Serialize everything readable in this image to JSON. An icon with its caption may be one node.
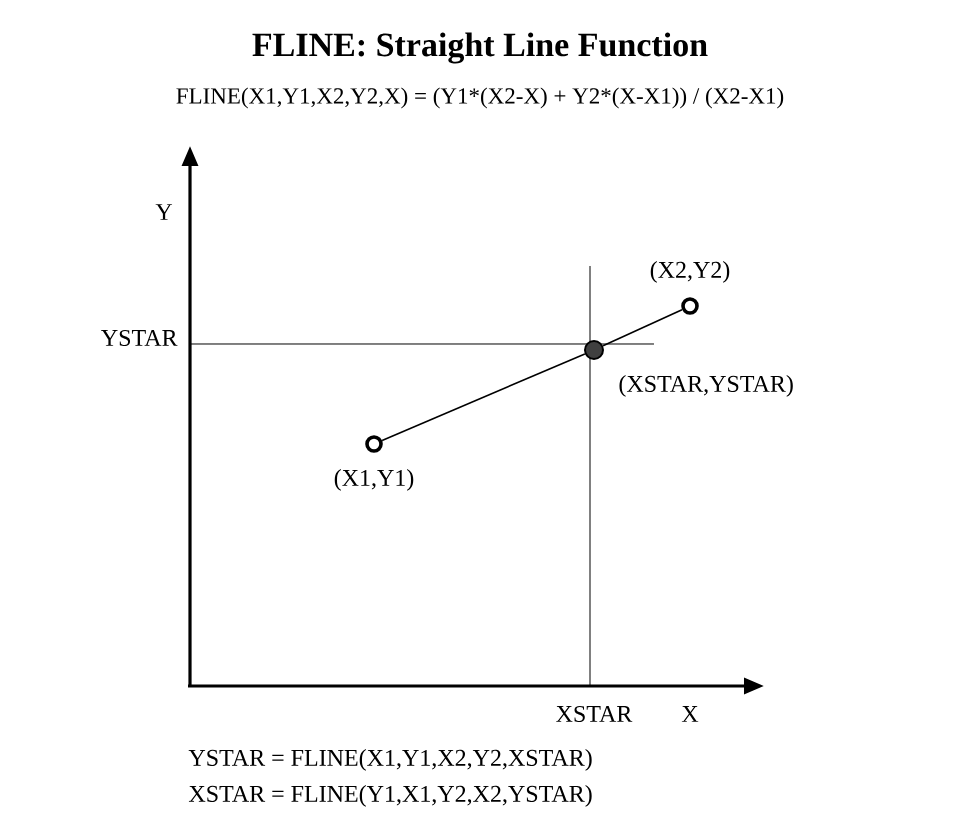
{
  "diagram": {
    "title": "FLINE: Straight Line Function",
    "nodes": [
      {
        "text": [],
        "shape": "circle",
        "beside": [
          "(X1,Y1)"
        ]
      },
      {
        "text": [],
        "shape": "circle",
        "beside": [
          "(XSTAR,YSTAR)"
        ]
      },
      {
        "text": [],
        "shape": "circle",
        "beside": [
          "(X2,Y2)"
        ]
      }
    ],
    "edges": [
      {
        "from": 0,
        "to": 1,
        "arrow": "none"
      },
      {
        "from": 1,
        "to": 2,
        "arrow": "none"
      }
    ],
    "labels": [
      "FLINE(X1,Y1,X2,Y2,X) = (Y1*(X2-X) + Y2*(X-X1)) / (X2-X1)",
      "Y",
      "YSTAR",
      "XSTAR",
      "X",
      "YSTAR = FLINE(X1,Y1,X2,Y2,XSTAR)",
      "XSTAR = FLINE(Y1,X1,Y2,X2,YSTAR)"
    ]
  }
}
